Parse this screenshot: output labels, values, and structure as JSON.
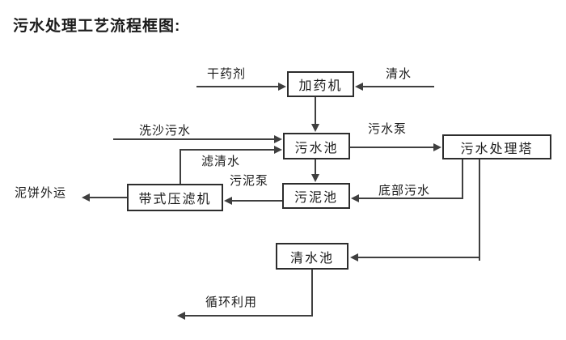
{
  "title": "污水处理工艺流程框图:",
  "diagram": {
    "type": "flowchart",
    "nodes": {
      "dosing_machine": "加药机",
      "sewage_pool": "污水池",
      "treatment_tower": "污水处理塔",
      "sludge_pool": "污泥池",
      "belt_filter_press": "带式压滤机",
      "clean_water_pool": "清水池"
    },
    "edge_labels": {
      "dry_agent": "干药剂",
      "clean_water": "清水",
      "sand_washing_sewage": "洗沙污水",
      "sewage_pump": "污水泵",
      "filtered_water": "滤清水",
      "sludge_pump": "污泥泵",
      "bottom_sewage": "底部污水",
      "mud_cake_out": "泥饼外运",
      "recycling": "循环利用"
    },
    "edges": [
      {
        "from": "dry_agent_source",
        "to": "dosing_machine",
        "label": "干药剂"
      },
      {
        "from": "clean_water_source",
        "to": "dosing_machine",
        "label": "清水"
      },
      {
        "from": "dosing_machine",
        "to": "sewage_pool",
        "label": ""
      },
      {
        "from": "sand_washing_sewage_source",
        "to": "sewage_pool",
        "label": "洗沙污水"
      },
      {
        "from": "belt_filter_press",
        "to": "sewage_pool",
        "label": "滤清水"
      },
      {
        "from": "sewage_pool",
        "to": "treatment_tower",
        "label": "污水泵"
      },
      {
        "from": "sewage_pool",
        "to": "sludge_pool",
        "label": ""
      },
      {
        "from": "treatment_tower",
        "to": "sludge_pool",
        "label": "底部污水"
      },
      {
        "from": "sludge_pool",
        "to": "belt_filter_press",
        "label": "污泥泵"
      },
      {
        "from": "belt_filter_press",
        "to": "mud_cake_out",
        "label": "泥饼外运"
      },
      {
        "from": "treatment_tower",
        "to": "clean_water_pool",
        "label": ""
      },
      {
        "from": "clean_water_pool",
        "to": "recycling_out",
        "label": "循环利用"
      }
    ],
    "colors": {
      "background": "#ffffff",
      "line": "#3f3f3f",
      "box_border": "#2d2d2d",
      "text": "#1b1b1b"
    }
  }
}
